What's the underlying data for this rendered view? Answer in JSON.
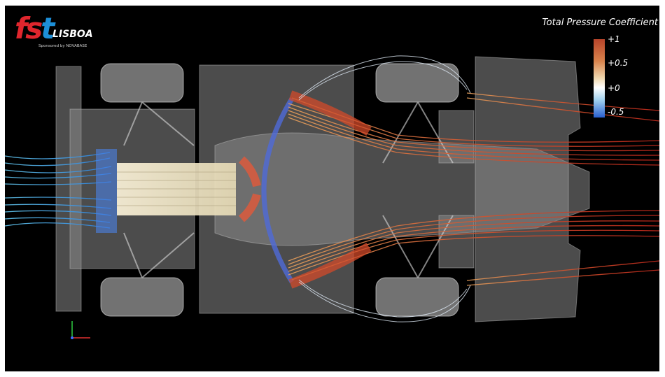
{
  "logo": {
    "brand_main": "fs",
    "brand_t": "t",
    "brand_city": "LISBOA",
    "sponsor_line": "Sponsored by NOVABASE"
  },
  "legend": {
    "title": "Total Pressure Coefficient",
    "ticks": [
      "+1",
      "+0.5",
      "+0",
      "-0.5"
    ],
    "tick_values": [
      1,
      0.5,
      0,
      -0.5
    ],
    "color_stops": [
      "#b7442a",
      "#d9834c",
      "#f0d9b0",
      "#ffffff",
      "#9fd0ee",
      "#2a5fd0"
    ]
  },
  "scene": {
    "background_color": "#000000",
    "icons": [
      "car-topview-icon",
      "streamlines-icon",
      "axis-triad-icon"
    ]
  }
}
